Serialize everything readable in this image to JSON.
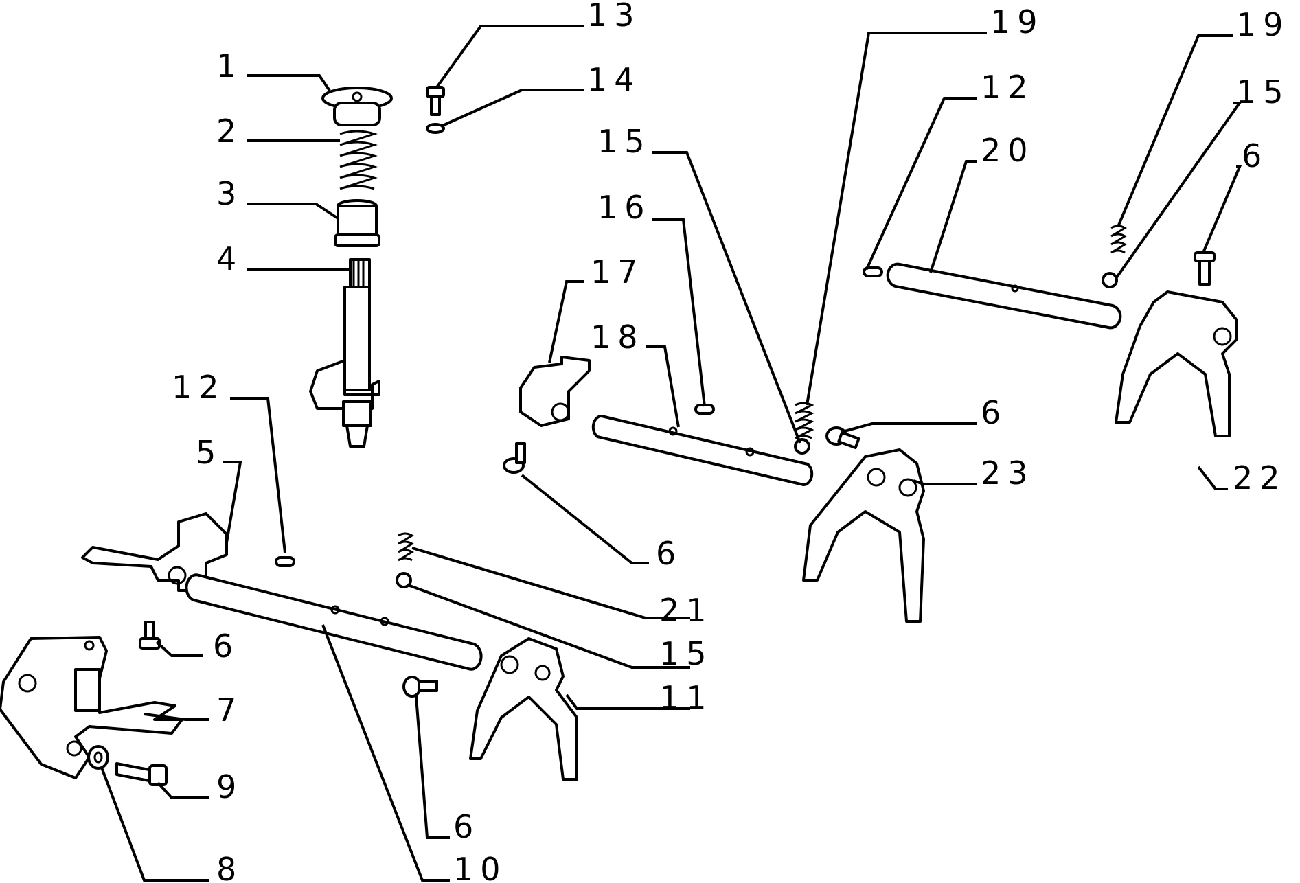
{
  "diagram": {
    "callouts": [
      "1",
      "2",
      "3",
      "4",
      "5",
      "6",
      "7",
      "8",
      "9",
      "10",
      "11",
      "12",
      "13",
      "14",
      "15",
      "16",
      "17",
      "18",
      "19",
      "20",
      "21",
      "22",
      "23"
    ]
  },
  "labels": {
    "l1": "1",
    "l2": "2",
    "l3": "3",
    "l4": "4",
    "l5": "5",
    "l6a": "6",
    "l6b": "6",
    "l6c": "6",
    "l6d": "6",
    "l6e": "6",
    "l7": "7",
    "l8": "8",
    "l9": "9",
    "l10": "10",
    "l11": "11",
    "l12a": "12",
    "l12b": "12",
    "l13": "13",
    "l14": "14",
    "l15a": "15",
    "l15b": "15",
    "l15c": "15",
    "l16": "16",
    "l17": "17",
    "l18": "18",
    "l19a": "19",
    "l19b": "19",
    "l20": "20",
    "l21": "21",
    "l22": "22",
    "l23": "23"
  }
}
